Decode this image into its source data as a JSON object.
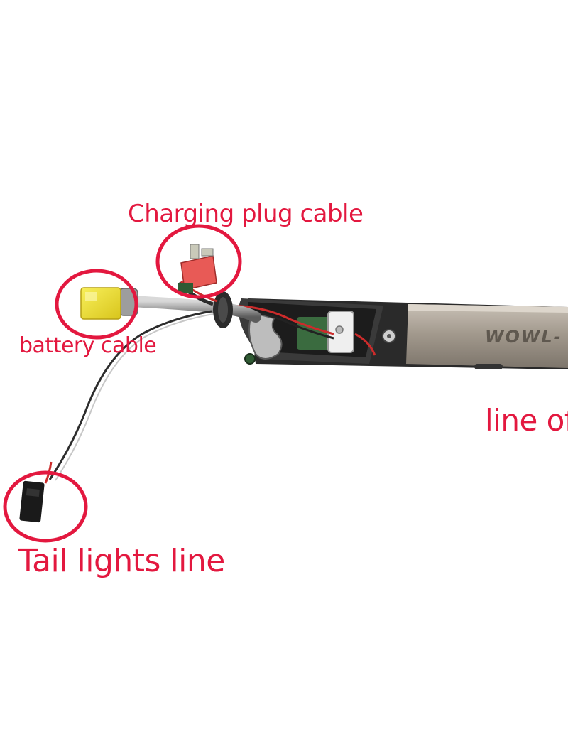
{
  "annotations": {
    "charging_plug": "Charging plug cable",
    "battery": "battery cable",
    "tail_lights": "Tail lights line",
    "line_of": "line of"
  },
  "deck_logo": "WOWL-",
  "colors": {
    "annotation": "#e3183f",
    "deck": "#a39a8e",
    "battery_connector": "#f2e22a",
    "charging_connector": "#e85a56",
    "cable": "#4a4a4a",
    "clamp": "#3a6b3f"
  }
}
